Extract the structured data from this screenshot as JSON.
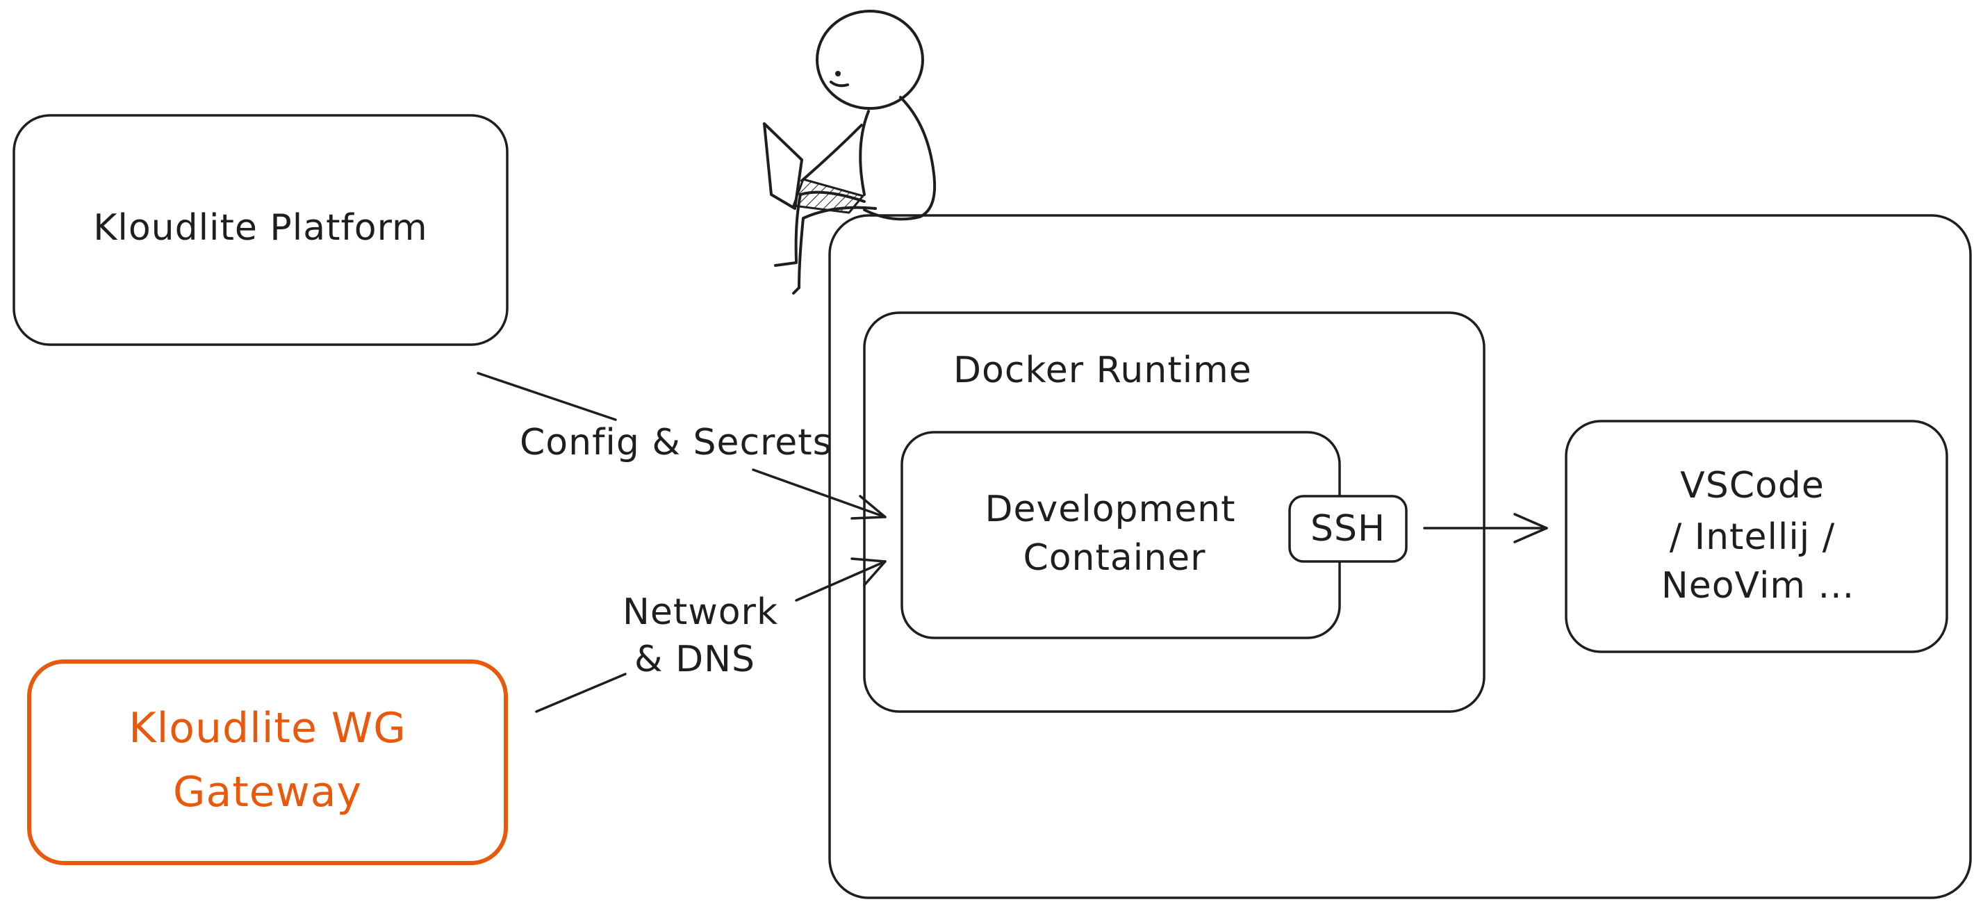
{
  "nodes": {
    "kloudlite_platform": "Kloudlite Platform",
    "wg_gateway": [
      "Kloudlite WG",
      "Gateway"
    ],
    "docker_runtime": "Docker Runtime",
    "dev_container": [
      "Development",
      "Container"
    ],
    "ssh": "SSH",
    "editors": [
      "VSCode",
      "/ Intellij /",
      "NeoVim ..."
    ]
  },
  "edges": {
    "config_secrets": "Config & Secrets",
    "network_dns": [
      "Network",
      "& DNS"
    ]
  },
  "colors": {
    "ink": "#1e1e1e",
    "accent": "#e8590c"
  },
  "icons": {
    "developer": "person-with-laptop-icon"
  }
}
